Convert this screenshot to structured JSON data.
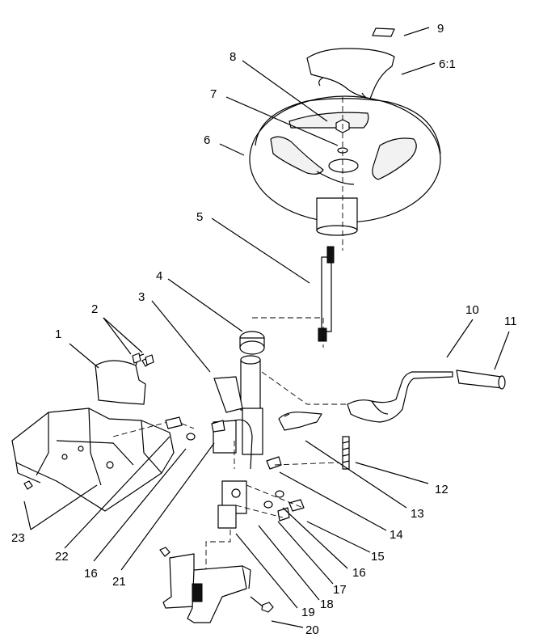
{
  "callouts": [
    {
      "id": "c9",
      "label": "9"
    },
    {
      "id": "c6-1",
      "label": "6:1"
    },
    {
      "id": "c8",
      "label": "8"
    },
    {
      "id": "c7",
      "label": "7"
    },
    {
      "id": "c6",
      "label": "6"
    },
    {
      "id": "c5",
      "label": "5"
    },
    {
      "id": "c4",
      "label": "4"
    },
    {
      "id": "c3",
      "label": "3"
    },
    {
      "id": "c2",
      "label": "2"
    },
    {
      "id": "c1",
      "label": "1"
    },
    {
      "id": "c10",
      "label": "10"
    },
    {
      "id": "c11",
      "label": "11"
    },
    {
      "id": "c12",
      "label": "12"
    },
    {
      "id": "c13",
      "label": "13"
    },
    {
      "id": "c14",
      "label": "14"
    },
    {
      "id": "c15",
      "label": "15"
    },
    {
      "id": "c16a",
      "label": "16"
    },
    {
      "id": "c17",
      "label": "17"
    },
    {
      "id": "c18",
      "label": "18"
    },
    {
      "id": "c19",
      "label": "19"
    },
    {
      "id": "c20",
      "label": "20"
    },
    {
      "id": "c21",
      "label": "21"
    },
    {
      "id": "c16b",
      "label": "16"
    },
    {
      "id": "c22",
      "label": "22"
    },
    {
      "id": "c23",
      "label": "23"
    }
  ]
}
